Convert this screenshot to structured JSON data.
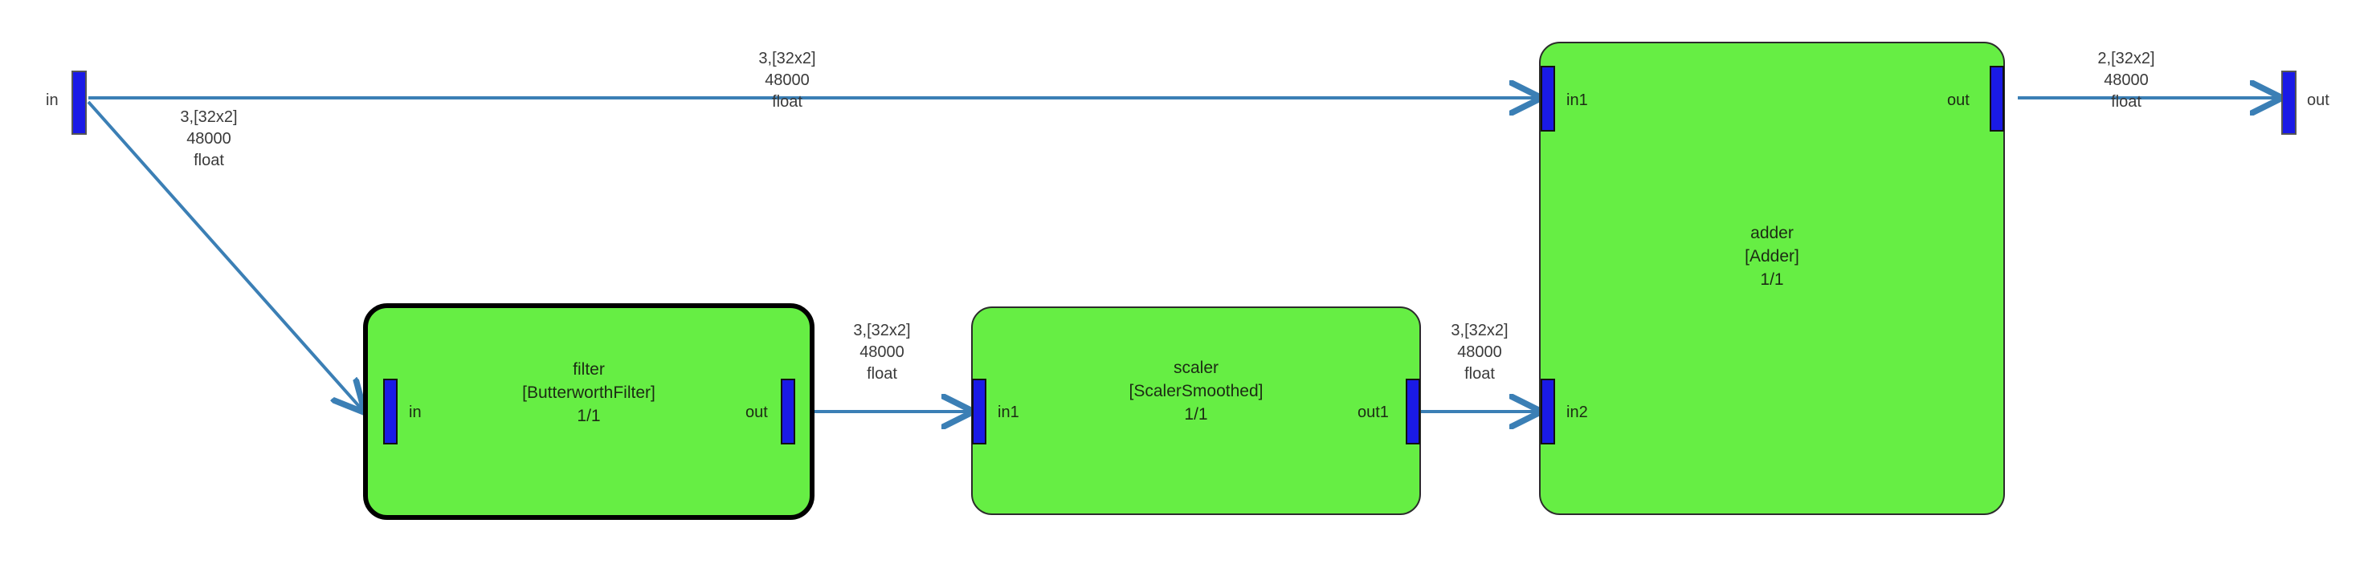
{
  "diagram": {
    "title": "signal-flow-graph",
    "colors": {
      "block_fill": "#66ee44",
      "block_border": "#2b2b2b",
      "selected_border": "#000000",
      "port_fill": "#1a1ae6",
      "edge_stroke": "#3b7fb5",
      "background": "#ffffff",
      "label_text": "#3a3a3a"
    }
  },
  "external_ports": {
    "input": {
      "label": "in"
    },
    "output": {
      "label": "out"
    }
  },
  "blocks": [
    {
      "id": "filter",
      "name": "filter",
      "type": "[ButterworthFilter]",
      "ratio": "1/1",
      "selected": true,
      "inputs": [
        {
          "label": "in"
        }
      ],
      "outputs": [
        {
          "label": "out"
        }
      ]
    },
    {
      "id": "scaler",
      "name": "scaler",
      "type": "[ScalerSmoothed]",
      "ratio": "1/1",
      "selected": false,
      "inputs": [
        {
          "label": "in1"
        }
      ],
      "outputs": [
        {
          "label": "out1"
        }
      ]
    },
    {
      "id": "adder",
      "name": "adder",
      "type": "[Adder]",
      "ratio": "1/1",
      "selected": false,
      "inputs": [
        {
          "label": "in1"
        },
        {
          "label": "in2"
        }
      ],
      "outputs": [
        {
          "label": "out"
        }
      ]
    }
  ],
  "edges": [
    {
      "id": "in-to-adder-in1",
      "from": "in",
      "to": "adder.in1",
      "label": {
        "line1": "3,[32x2]",
        "line2": "48000",
        "line3": "float"
      }
    },
    {
      "id": "in-to-filter-in",
      "from": "in",
      "to": "filter.in",
      "label": {
        "line1": "3,[32x2]",
        "line2": "48000",
        "line3": "float"
      }
    },
    {
      "id": "filter-out-to-scaler-in1",
      "from": "filter.out",
      "to": "scaler.in1",
      "label": {
        "line1": "3,[32x2]",
        "line2": "48000",
        "line3": "float"
      }
    },
    {
      "id": "scaler-out1-to-adder-in2",
      "from": "scaler.out1",
      "to": "adder.in2",
      "label": {
        "line1": "3,[32x2]",
        "line2": "48000",
        "line3": "float"
      }
    },
    {
      "id": "adder-out-to-out",
      "from": "adder.out",
      "to": "out",
      "label": {
        "line1": "2,[32x2]",
        "line2": "48000",
        "line3": "float"
      }
    }
  ]
}
